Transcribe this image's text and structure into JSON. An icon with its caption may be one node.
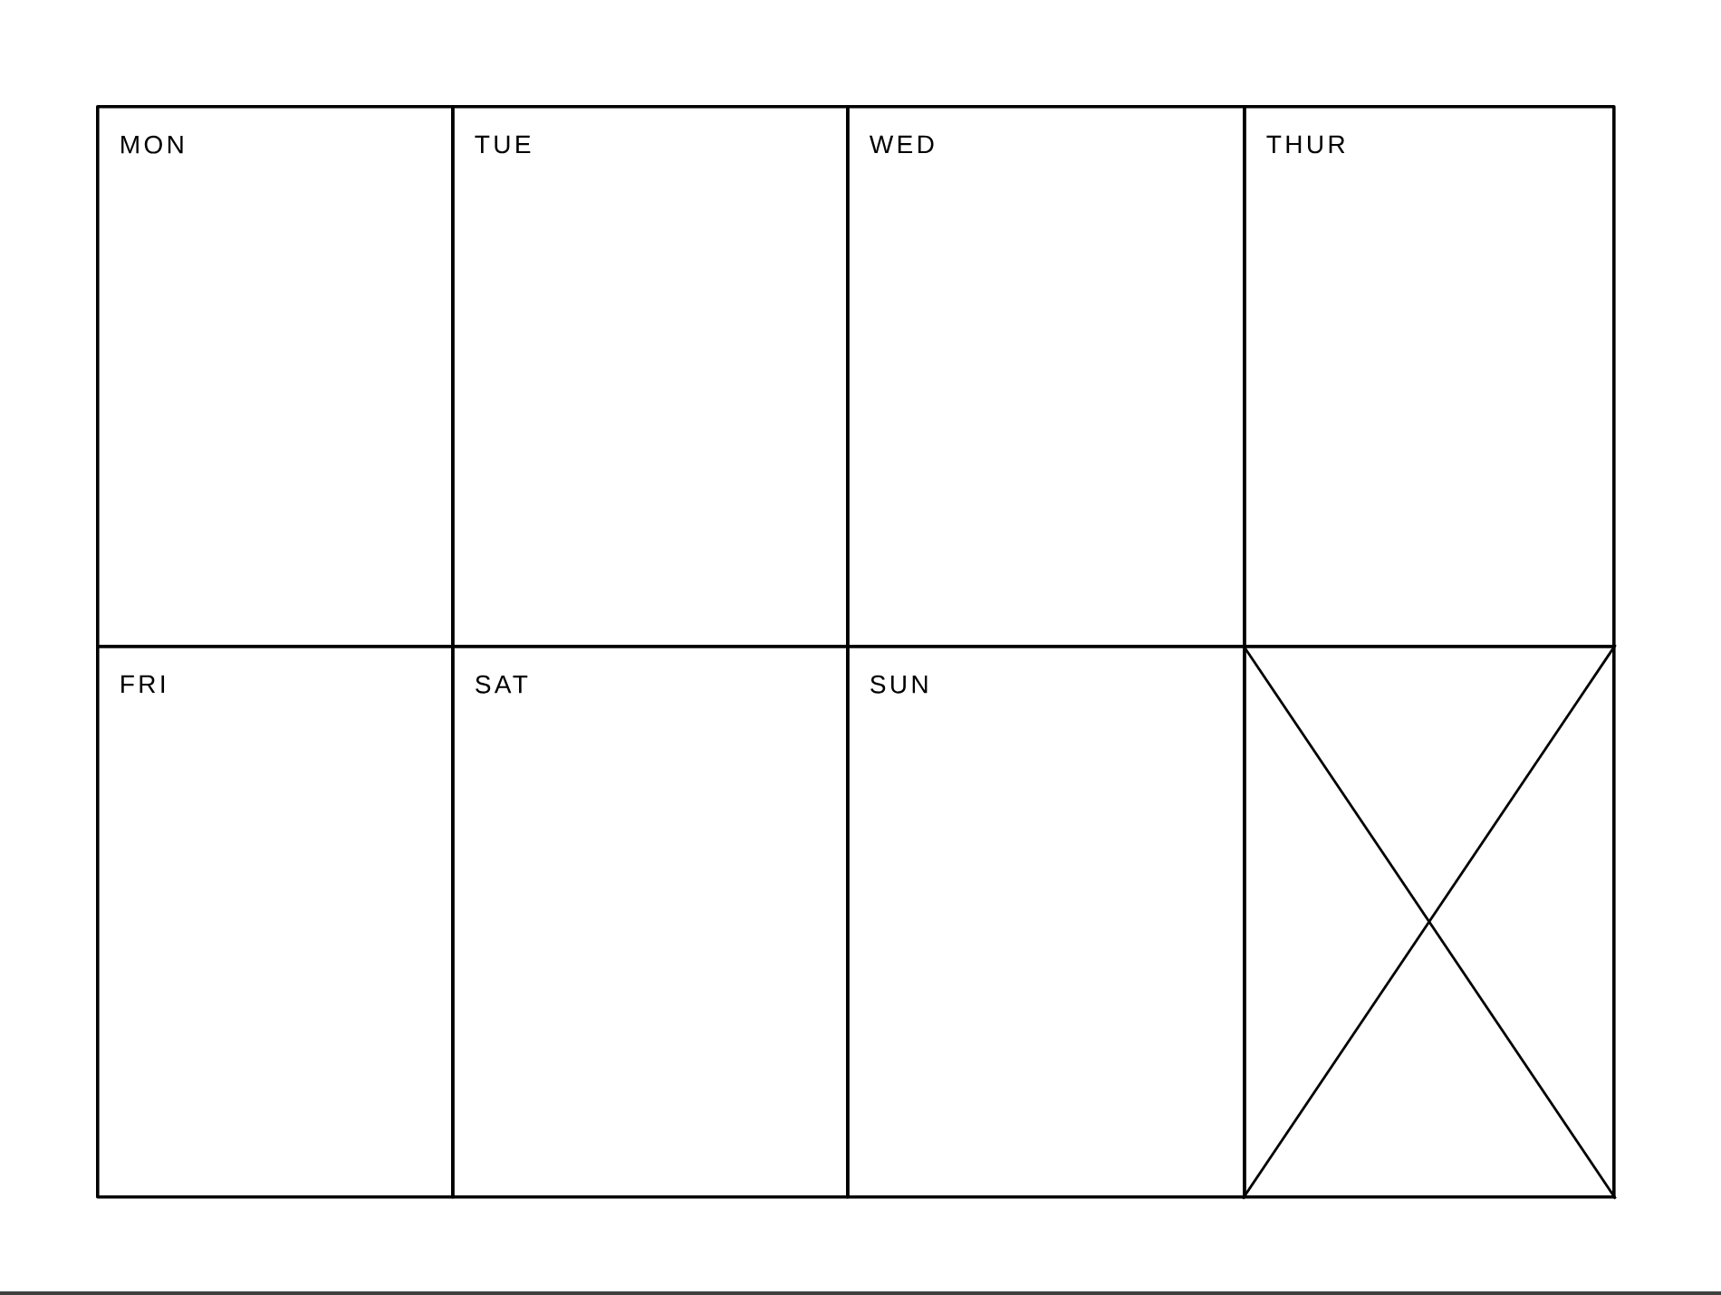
{
  "diagram": {
    "nodes": [
      {
        "text": [
          "MON"
        ]
      },
      {
        "text": [
          "TUE"
        ]
      },
      {
        "text": [
          "WED"
        ]
      },
      {
        "text": [
          "THUR"
        ]
      },
      {
        "text": [
          "FRI"
        ]
      },
      {
        "text": [
          "SAT"
        ]
      },
      {
        "text": [
          "SUN"
        ]
      },
      {
        "text": [],
        "shape": "box"
      }
    ],
    "edges": []
  }
}
